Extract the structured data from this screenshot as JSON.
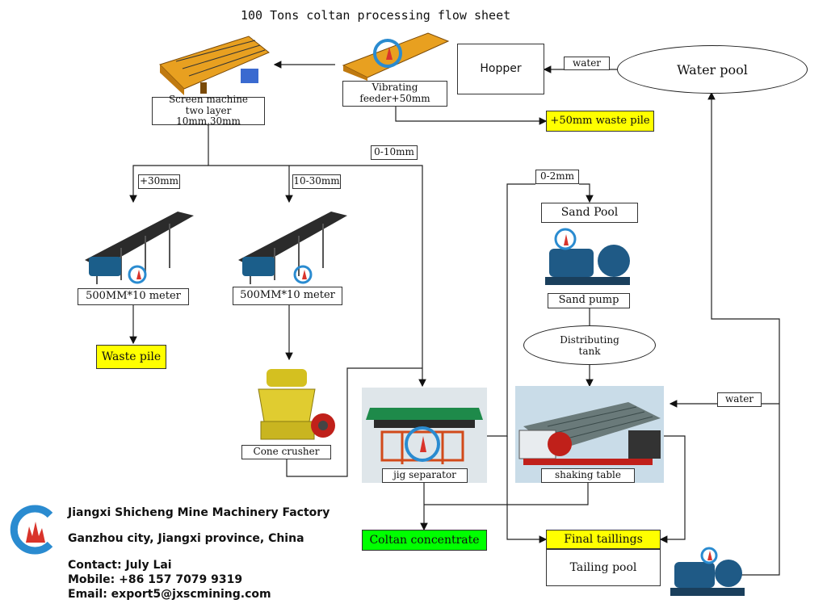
{
  "title": "100 Tons coltan processing flow sheet",
  "nodes": {
    "screen": "Screen machine\ntwo layer 10mm,30mm",
    "vib_feeder": "Vibrating\nfeeder+50mm",
    "hopper": "Hopper",
    "water_pool": "Water pool",
    "waste_50": "+50mm waste pile",
    "conveyor_1": "500MM*10 meter",
    "conveyor_2": "500MM*10 meter",
    "waste_pile": "Waste pile",
    "cone_crusher": "Cone crusher",
    "jig": "jig separator",
    "sand_pool": "Sand Pool",
    "sand_pump": "Sand pump",
    "distributing_tank": "Distributing\ntank",
    "shaking_table": "shaking table",
    "coltan_concentrate": "Coltan concentrate",
    "final_tailings": "Final taillings",
    "tailing_pool": "Tailing pool"
  },
  "labels": {
    "water_top": "water",
    "water_right": "water",
    "plus30": "+30mm",
    "range_10_30": "10-30mm",
    "range_0_10": "0-10mm",
    "range_0_2": "0-2mm"
  },
  "footer": {
    "company": "Jiangxi Shicheng Mine Machinery Factory",
    "address": "Ganzhou city, Jiangxi province, China",
    "contact": "Contact: July Lai",
    "mobile": "Mobile: +86 157 7079 9319",
    "email": "Email: export5@jxscmining.com"
  },
  "colors": {
    "highlight_yellow": "#ffff00",
    "highlight_green": "#00ff00",
    "machine_orange": "#e8a020",
    "logo_blue": "#2a8bd0",
    "logo_red": "#d9342b"
  }
}
